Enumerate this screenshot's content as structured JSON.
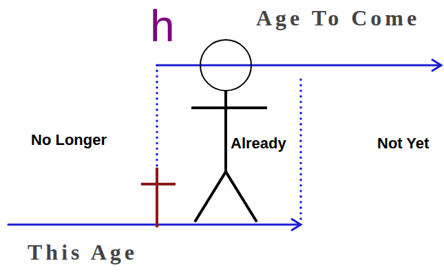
{
  "diagram": {
    "labels": [
      "h",
      "Age To Come",
      "No Longer",
      "Already",
      "Not Yet",
      "This Age"
    ]
  }
}
